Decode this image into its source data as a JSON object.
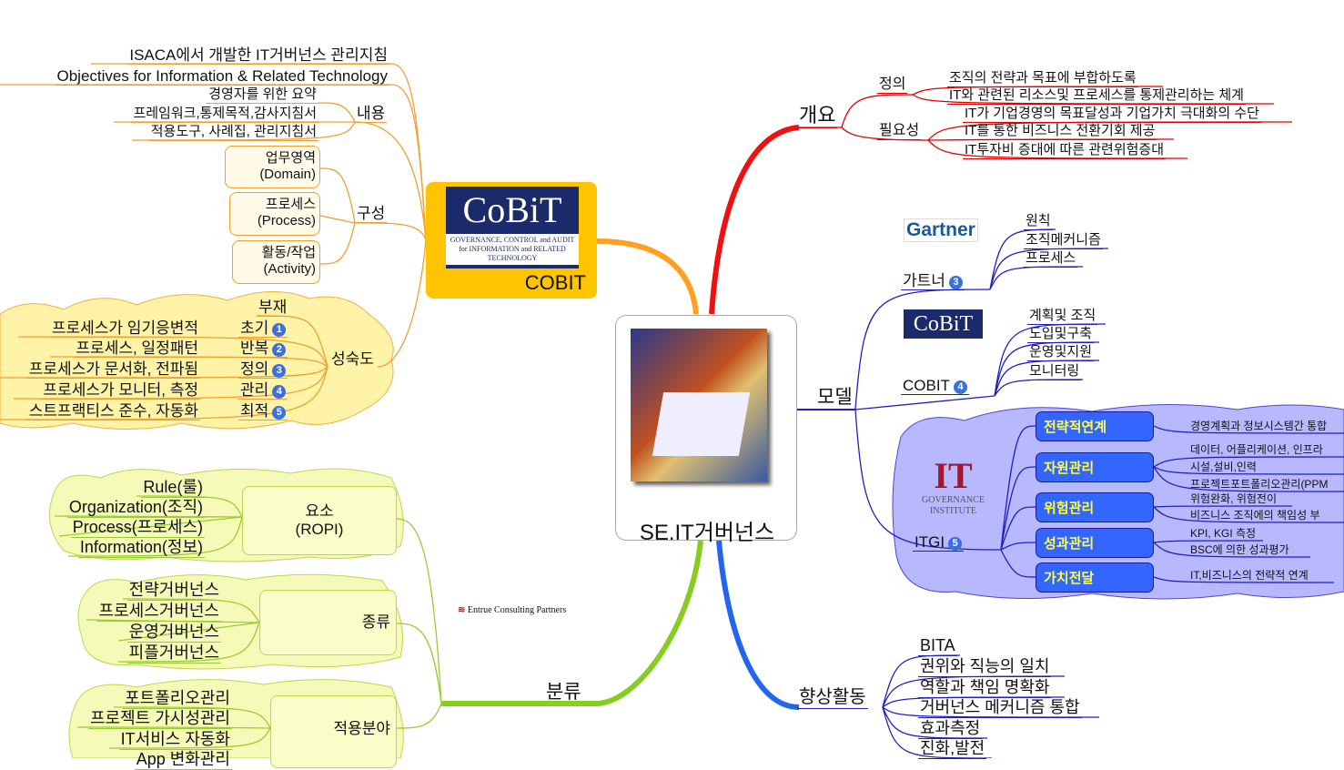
{
  "center": {
    "title": "SE.IT거버넌스"
  },
  "cobit": {
    "label": "COBIT",
    "logo_text": "CoBiT",
    "logo_sub": "GOVERNANCE, CONTROL and AUDIT for INFORMATION and RELATED TECHNOLOGY",
    "items": [
      "ISACA에서 개발한 IT거버넌스 관리지침",
      "Objectives for Information & Related Technology"
    ],
    "content": {
      "label": "내용",
      "items": [
        "경영자를 위한 요약",
        "프레임워크,통제목적,감사지침서",
        "적용도구, 사례집, 관리지침서"
      ]
    },
    "structure": {
      "label": "구성",
      "items": [
        [
          "업무영역",
          "(Domain)"
        ],
        [
          "프로세스",
          "(Process)"
        ],
        [
          "활동/작업",
          "(Activity)"
        ]
      ]
    },
    "maturity": {
      "label": "성숙도",
      "levels": [
        {
          "name": "부재",
          "badge": "",
          "desc": ""
        },
        {
          "name": "초기",
          "badge": "1",
          "desc": "프로세스가 임기응변적"
        },
        {
          "name": "반복",
          "badge": "2",
          "desc": "프로세스, 일정패턴"
        },
        {
          "name": "정의",
          "badge": "3",
          "desc": "프로세스가 문서화, 전파됨"
        },
        {
          "name": "관리",
          "badge": "4",
          "desc": "프로세스가 모니터, 측정"
        },
        {
          "name": "최적",
          "badge": "5",
          "desc": "스트프랙티스 준수, 자동화"
        }
      ]
    }
  },
  "overview": {
    "label": "개요",
    "definition": {
      "label": "정의",
      "items": [
        "조직의 전략과 목표에 부합하도록",
        "IT와 관련된 리소스및 프로세스를 통제관리하는 체계"
      ]
    },
    "necessity": {
      "label": "필요성",
      "items": [
        "IT가 기업경영의 목표달성과 기업가치 극대화의 수단",
        "IT를 통한 비즈니스 전환기회 제공",
        "IT투자비 증대에 따른 관련위험증대"
      ]
    }
  },
  "model": {
    "label": "모델",
    "gartner": {
      "label": "가트너",
      "badge": "3",
      "logo": "Gartner",
      "items": [
        "원칙",
        "조직메커니즘",
        "프로세스"
      ]
    },
    "cobit": {
      "label": "COBIT",
      "badge": "4",
      "logo": "CoBiT",
      "items": [
        "계획및 조직",
        "도입및구축",
        "운영및지원",
        "모니터링"
      ]
    },
    "itgi": {
      "label": "ITGI",
      "badge": "5",
      "logo": "IT",
      "logo_sub": "GOVERNANCE INSTITUTE",
      "areas": [
        {
          "name": "전략적연계",
          "items": [
            "경영계획과 정보시스템간 통합"
          ]
        },
        {
          "name": "자원관리",
          "items": [
            "데이터, 어플리케이션, 인프라",
            "시설,설비,인력",
            "프로젝트포트폴리오관리(PPM"
          ]
        },
        {
          "name": "위험관리",
          "items": [
            "위험완화, 위험전이",
            "비즈니스 조직에의 책임성 부"
          ]
        },
        {
          "name": "성과관리",
          "items": [
            "KPI, KGI 측정",
            "BSC에 의한 성과평가"
          ]
        },
        {
          "name": "가치전달",
          "items": [
            "IT,비즈니스의 전략적 연계"
          ]
        }
      ]
    }
  },
  "improvement": {
    "label": "향상활동",
    "items": [
      "BITA",
      "권위와 직능의 일치",
      "역할과 책임 명확화",
      "거버넌스 메커니즘 통합",
      "효과측정",
      "진화,발전"
    ]
  },
  "classification": {
    "label": "분류",
    "logo": "Entrue Consulting Partners",
    "elements": {
      "label": "요소",
      "sub": "(ROPI)",
      "items": [
        "Rule(룰)",
        "Organization(조직)",
        "Process(프로세스)",
        "Information(정보)"
      ]
    },
    "types": {
      "label": "종류",
      "items": [
        "전략거버넌스",
        "프로세스거버넌스",
        "운영거버넌스",
        "피플거버넌스"
      ]
    },
    "areas": {
      "label": "적용분야",
      "items": [
        "포트폴리오관리",
        "프로젝트 가시성관리",
        "IT서비스 자동화",
        "App 변화관리"
      ]
    }
  }
}
